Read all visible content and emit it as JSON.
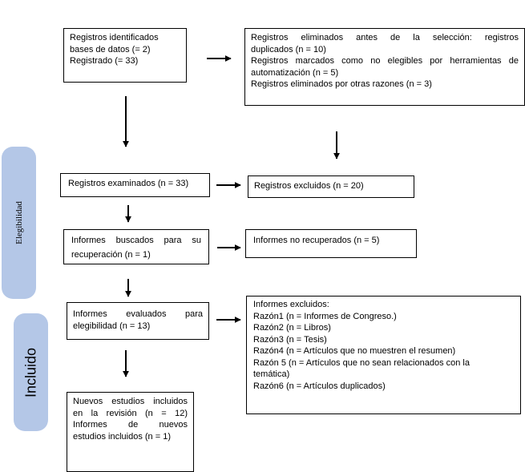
{
  "phases": {
    "elegibilidad": "Elegibilidad",
    "incluido": "Incluido"
  },
  "boxes": {
    "identified": [
      "Registros identificados",
      "bases de datos (= 2)",
      "Registrado (= 33)"
    ],
    "removed": [
      "Registros eliminados antes de la selección: registros",
      "duplicados (n = 10)",
      "Registros marcados como no elegibles por herramientas de",
      "automatización (n = 5)",
      "Registros eliminados por otras razones (n = 3)"
    ],
    "screened": [
      "Registros examinados (n = 33)"
    ],
    "excluded": [
      "Registros excluidos (n = 20)"
    ],
    "sought": [
      "Informes buscados para su",
      "recuperación (n = 1)"
    ],
    "not_retrieved": [
      "Informes no recuperados (n = 5)"
    ],
    "assessed": [
      "Informes evaluados para",
      "elegibilidad (n = 13)"
    ],
    "reports_excluded": [
      "Informes excluidos:",
      "Razón1 (n = Informes de Congreso.)",
      "Razón2 (n = Libros)",
      "Razón3 (n = Tesis)",
      "Razón4 (n = Artículos que no muestren el resumen)",
      "Razón 5 (n = Artículos que no sean relacionados con la",
      "temática)",
      "Razón6 (n = Artículos duplicados)"
    ],
    "included": [
      "Nuevos estudios incluidos",
      "en la revisión (n = 12)",
      "Informes de nuevos",
      "estudios incluidos (n = 1)"
    ]
  }
}
